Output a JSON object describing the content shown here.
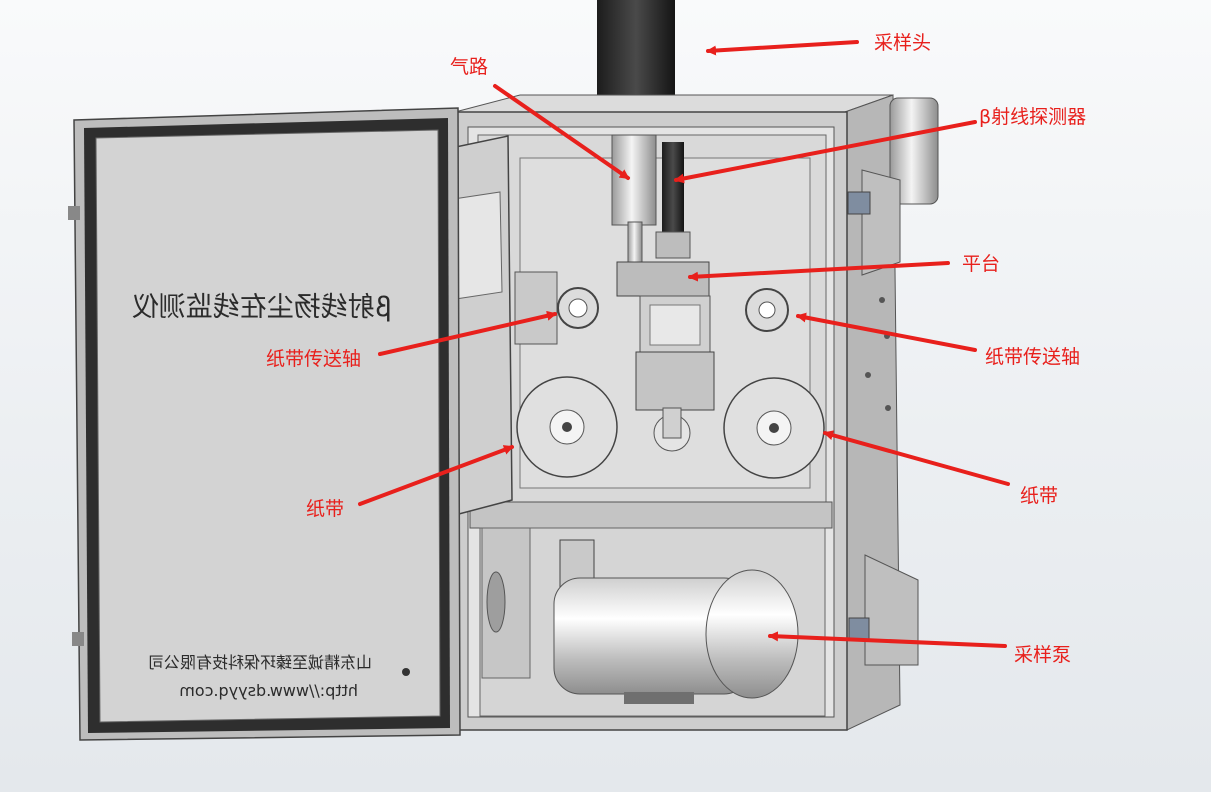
{
  "labels": {
    "sampling_head": "采样头",
    "air_path": "气路",
    "beta_detector": "β射线探测器",
    "platform": "平台",
    "tape_shaft_left": "纸带传送轴",
    "tape_shaft_right": "纸带传送轴",
    "tape_left": "纸带",
    "tape_right": "纸带",
    "sampling_pump": "采样泵"
  },
  "door": {
    "title": "β射线扬尘在线监测仪",
    "company": "山东精诚至臻环保科技有限公司",
    "website": "http://www.dsyyq.com"
  },
  "colors": {
    "annotation": "#e8201c",
    "cabinet_metal": "#c9c9c9",
    "door_panel": "#cfcfcf"
  }
}
